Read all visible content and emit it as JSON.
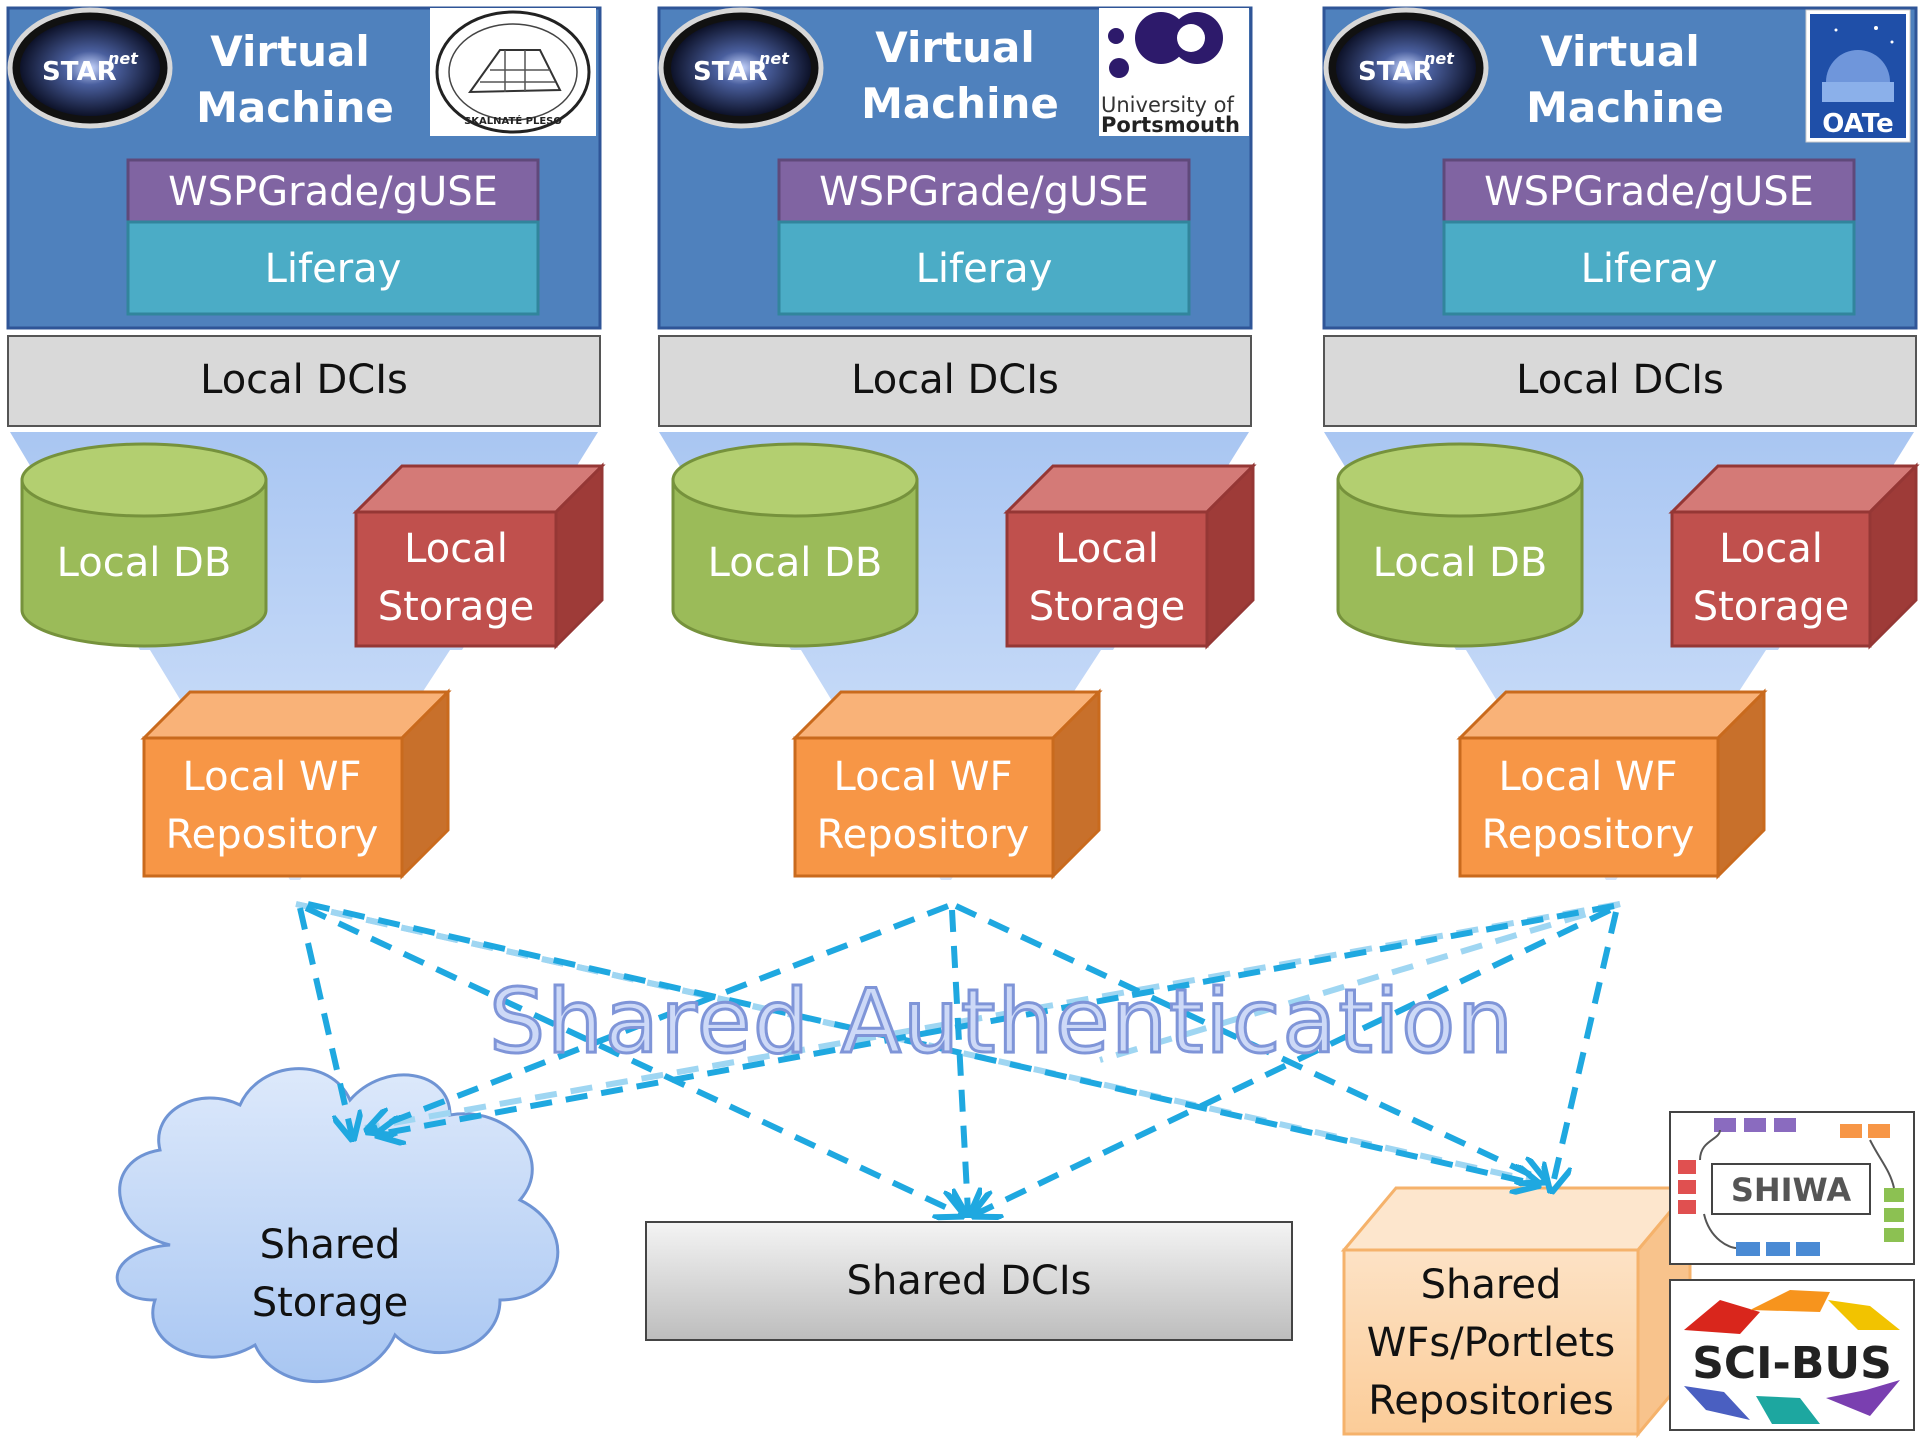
{
  "columns": [
    {
      "vm_title_line1": "Virtual",
      "vm_title_line2": "Machine",
      "starnet_logo": {
        "text": "STAR",
        "sup": "net"
      },
      "partner_logo": {
        "name": "skalnate-pleso-logo",
        "text": "SKALNATÉ PLESO"
      },
      "portal_label": "WSPGrade/gUSE",
      "liferay_label": "Liferay",
      "dci_label": "Local DCIs",
      "db_label": "Local DB",
      "storage_line1": "Local",
      "storage_line2": "Storage",
      "repo_line1": "Local WF",
      "repo_line2": "Repository"
    },
    {
      "vm_title_line1": "Virtual",
      "vm_title_line2": "Machine",
      "starnet_logo": {
        "text": "STAR",
        "sup": "net"
      },
      "partner_logo": {
        "name": "university-of-portsmouth-logo",
        "line1": "University of",
        "line2": "Portsmouth"
      },
      "portal_label": "WSPGrade/gUSE",
      "liferay_label": "Liferay",
      "dci_label": "Local DCIs",
      "db_label": "Local DB",
      "storage_line1": "Local",
      "storage_line2": "Storage",
      "repo_line1": "Local WF",
      "repo_line2": "Repository"
    },
    {
      "vm_title_line1": "Virtual",
      "vm_title_line2": "Machine",
      "starnet_logo": {
        "text": "STAR",
        "sup": "net"
      },
      "partner_logo": {
        "name": "oate-logo",
        "text": "OATe"
      },
      "portal_label": "WSPGrade/gUSE",
      "liferay_label": "Liferay",
      "dci_label": "Local DCIs",
      "db_label": "Local DB",
      "storage_line1": "Local",
      "storage_line2": "Storage",
      "repo_line1": "Local WF",
      "repo_line2": "Repository"
    }
  ],
  "shared_auth_label": "Shared Authentication",
  "shared_storage": {
    "line1": "Shared",
    "line2": "Storage"
  },
  "shared_dcis": "Shared DCIs",
  "shared_repos": {
    "line1": "Shared",
    "line2": "WFs/Portlets",
    "line3": "Repositories"
  },
  "shiwa_logo": "SHIWA",
  "scibus_logo": "SCI-BUS",
  "colors": {
    "vm_blue": "#4f81bd",
    "vm_border": "#2f5597",
    "portal_purple": "#8064a2",
    "liferay_teal": "#4bacc6",
    "dci_gray": "#d9d9d9",
    "db_green": "#9bbb59",
    "storage_red": "#c0504d",
    "repo_orange": "#f79646",
    "arrow_blue": "#1fa8e0",
    "funnel_blue": "#bcd4f5"
  }
}
